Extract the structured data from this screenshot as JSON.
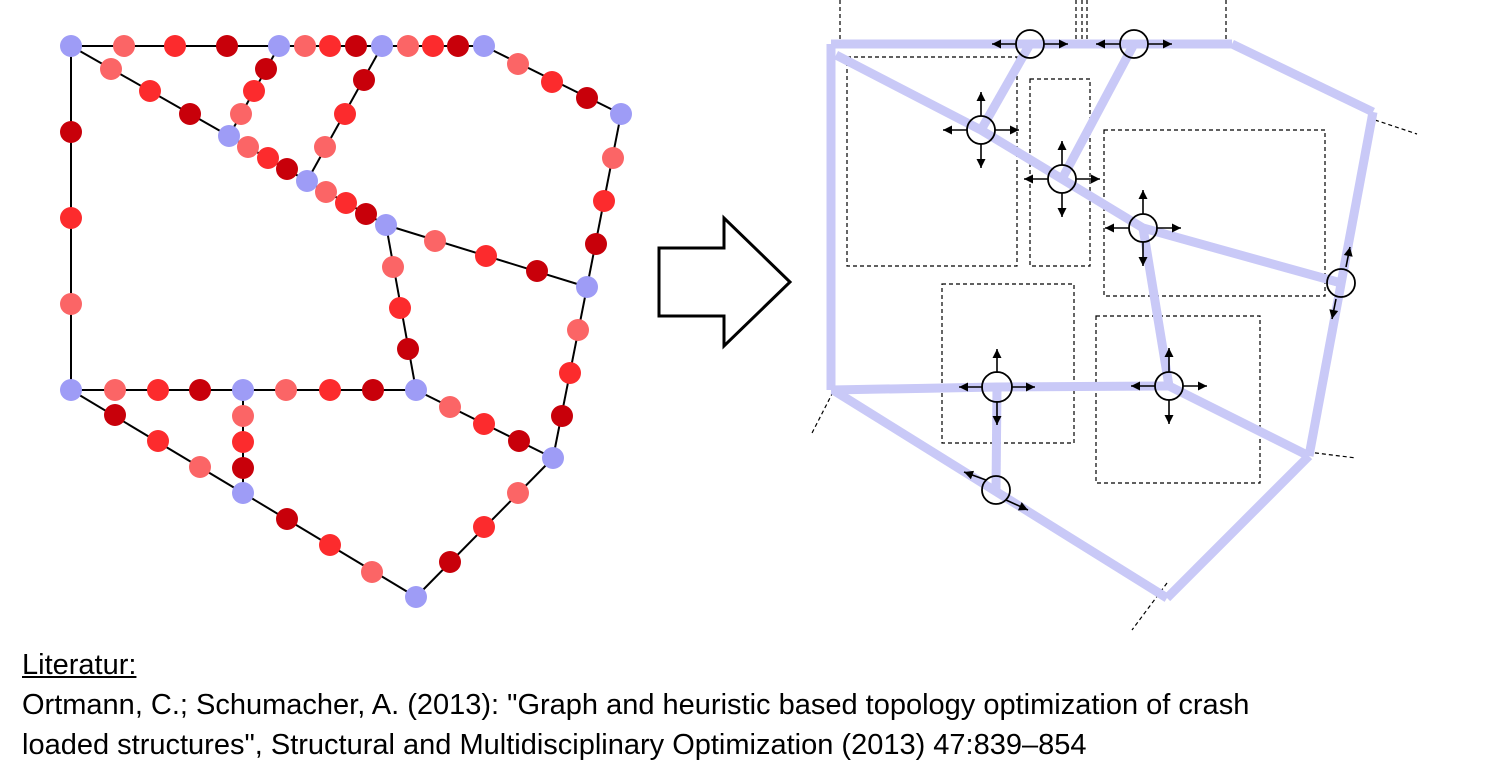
{
  "colors": {
    "background": "#ffffff",
    "joint_node": "#9e9cf6",
    "node_red_light": "#fb6566",
    "node_red": "#fc2b2d",
    "node_red_dark": "#c8000a",
    "beam_thick": "#c9c9f7",
    "edge_line": "#000000",
    "arrow_stroke": "#000000"
  },
  "icons": {
    "transition_arrow": "hollow-right-arrow-icon",
    "move_arrows": "four-way-arrow-icon"
  },
  "caption": {
    "heading": "Literatur:",
    "reference_line1": "Ortmann, C.; Schumacher, A. (2013): \"Graph and heuristic based topology optimization of crash",
    "reference_line2": "loaded structures\", Structural and Multidisciplinary Optimization (2013) 47:839–854"
  }
}
